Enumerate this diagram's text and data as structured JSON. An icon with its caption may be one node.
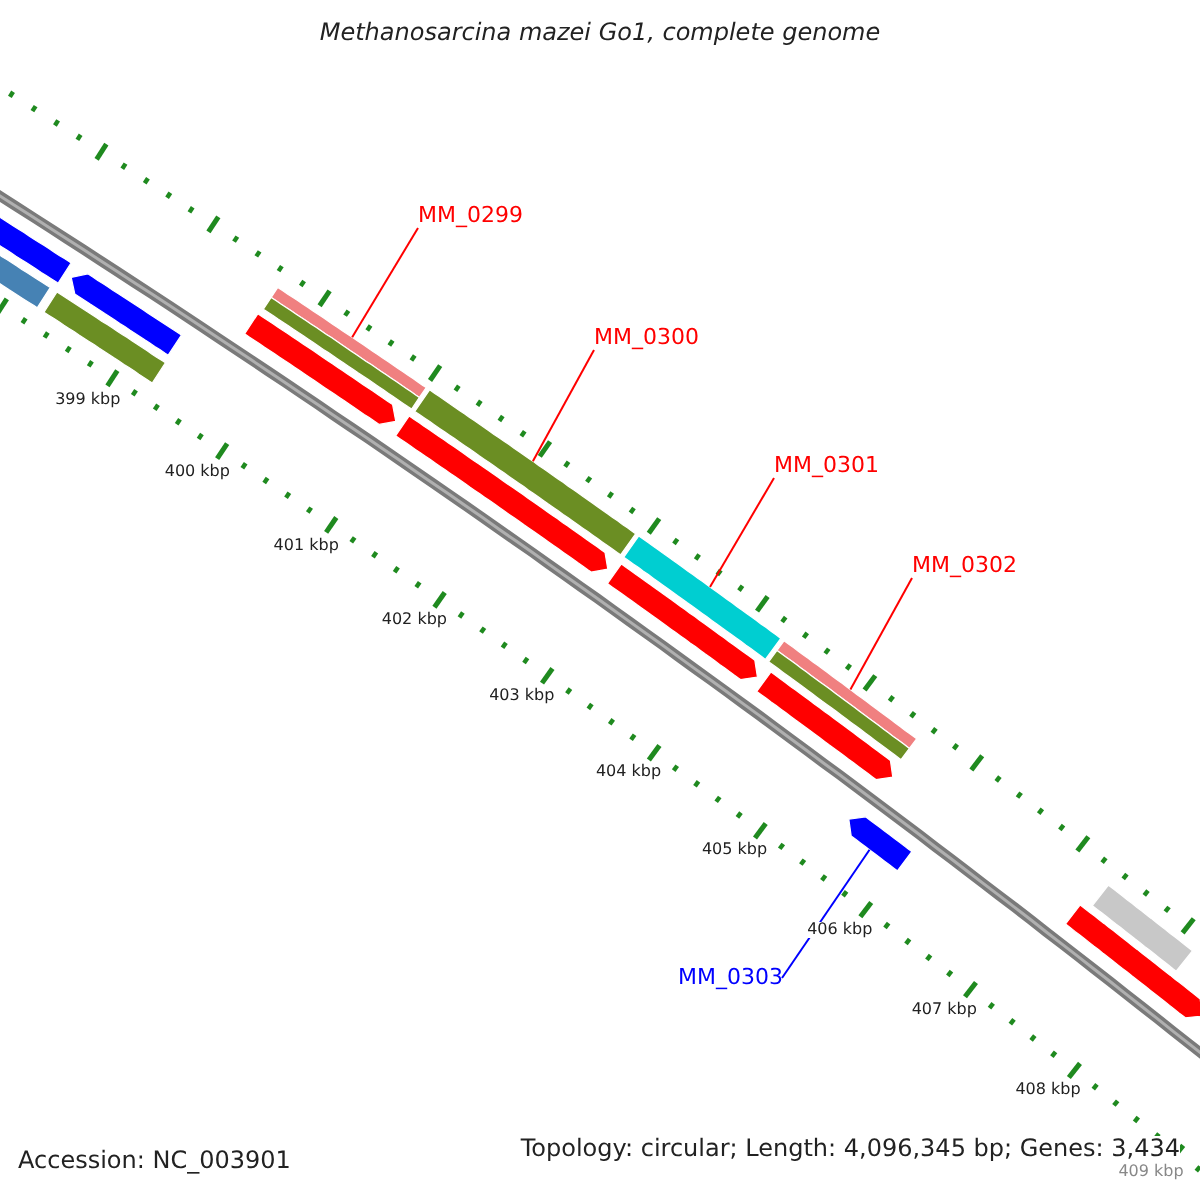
{
  "diagram": {
    "title": "Methanosarcina mazei Go1, complete genome",
    "nodes": [
      {
        "text": [
          "MM_0299"
        ]
      },
      {
        "text": [
          "MM_0300"
        ]
      },
      {
        "text": [
          "MM_0301"
        ]
      },
      {
        "text": [
          "MM_0302"
        ]
      },
      {
        "text": [
          "MM_0303"
        ]
      },
      {
        "text": [],
        "shape": "bar"
      },
      {
        "text": [],
        "shape": "bar"
      },
      {
        "text": [],
        "shape": "bar"
      },
      {
        "text": [],
        "shape": "bar"
      },
      {
        "text": [],
        "shape": "bar"
      },
      {
        "text": [],
        "shape": "bar"
      },
      {
        "text": [],
        "shape": "bar"
      },
      {
        "text": [],
        "shape": "bar"
      },
      {
        "text": [],
        "shape": "bar"
      },
      {
        "text": [],
        "shape": "bar"
      },
      {
        "text": [],
        "shape": "bar"
      },
      {
        "text": [],
        "shape": "bar"
      },
      {
        "text": [],
        "shape": "bar"
      },
      {
        "text": [],
        "shape": "bar"
      },
      {
        "text": [],
        "shape": "bar"
      },
      {
        "text": [],
        "shape": "bar"
      },
      {
        "text": [],
        "shape": "bar"
      }
    ],
    "edges": [
      {
        "from": 0,
        "to": 9,
        "arrow": "none"
      },
      {
        "from": 1,
        "to": 12,
        "arrow": "none"
      },
      {
        "from": 2,
        "to": 14,
        "arrow": "none"
      },
      {
        "from": 3,
        "to": 16,
        "arrow": "none"
      },
      {
        "from": 4,
        "to": 19,
        "arrow": "none",
        "color": "#0000ff"
      }
    ],
    "labels": [
      "399 kbp",
      "400 kbp",
      "401 kbp",
      "402 kbp",
      "403 kbp",
      "404 kbp",
      "405 kbp",
      "406 kbp",
      "407 kbp",
      "408 kbp",
      "409 kbp",
      "Accession: NC_003901",
      "Topology: circular; Length: 4,096,345 bp; Genes: 3,434"
    ]
  }
}
